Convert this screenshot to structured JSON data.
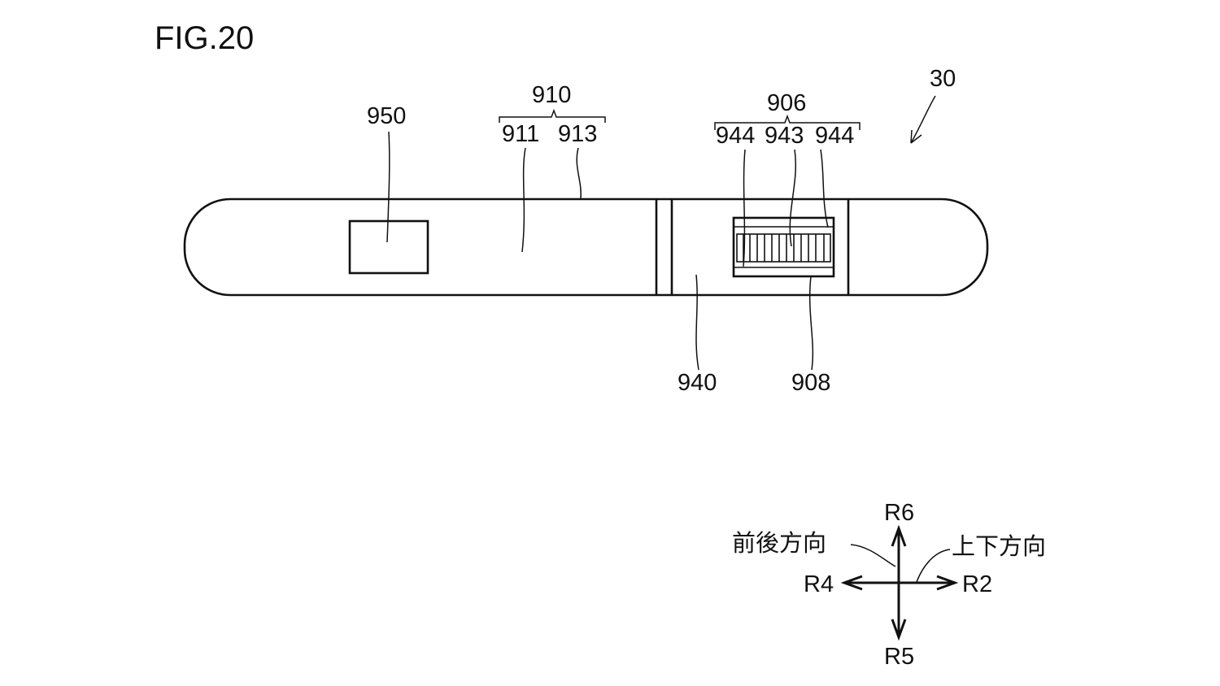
{
  "figure": {
    "title": "FIG.20",
    "device_ref": "30"
  },
  "parts": {
    "display": "950",
    "body_group": "910",
    "body_front": "911",
    "body_rear": "913",
    "connector_group": "906",
    "terminal_left": "944",
    "terminal_center": "943",
    "terminal_right": "944",
    "holder": "940",
    "contact_window": "908"
  },
  "direction_legend": {
    "up": "R6",
    "down": "R5",
    "left": "R4",
    "right": "R2",
    "front_back_label": "前後方向",
    "up_down_label": "上下方向"
  }
}
